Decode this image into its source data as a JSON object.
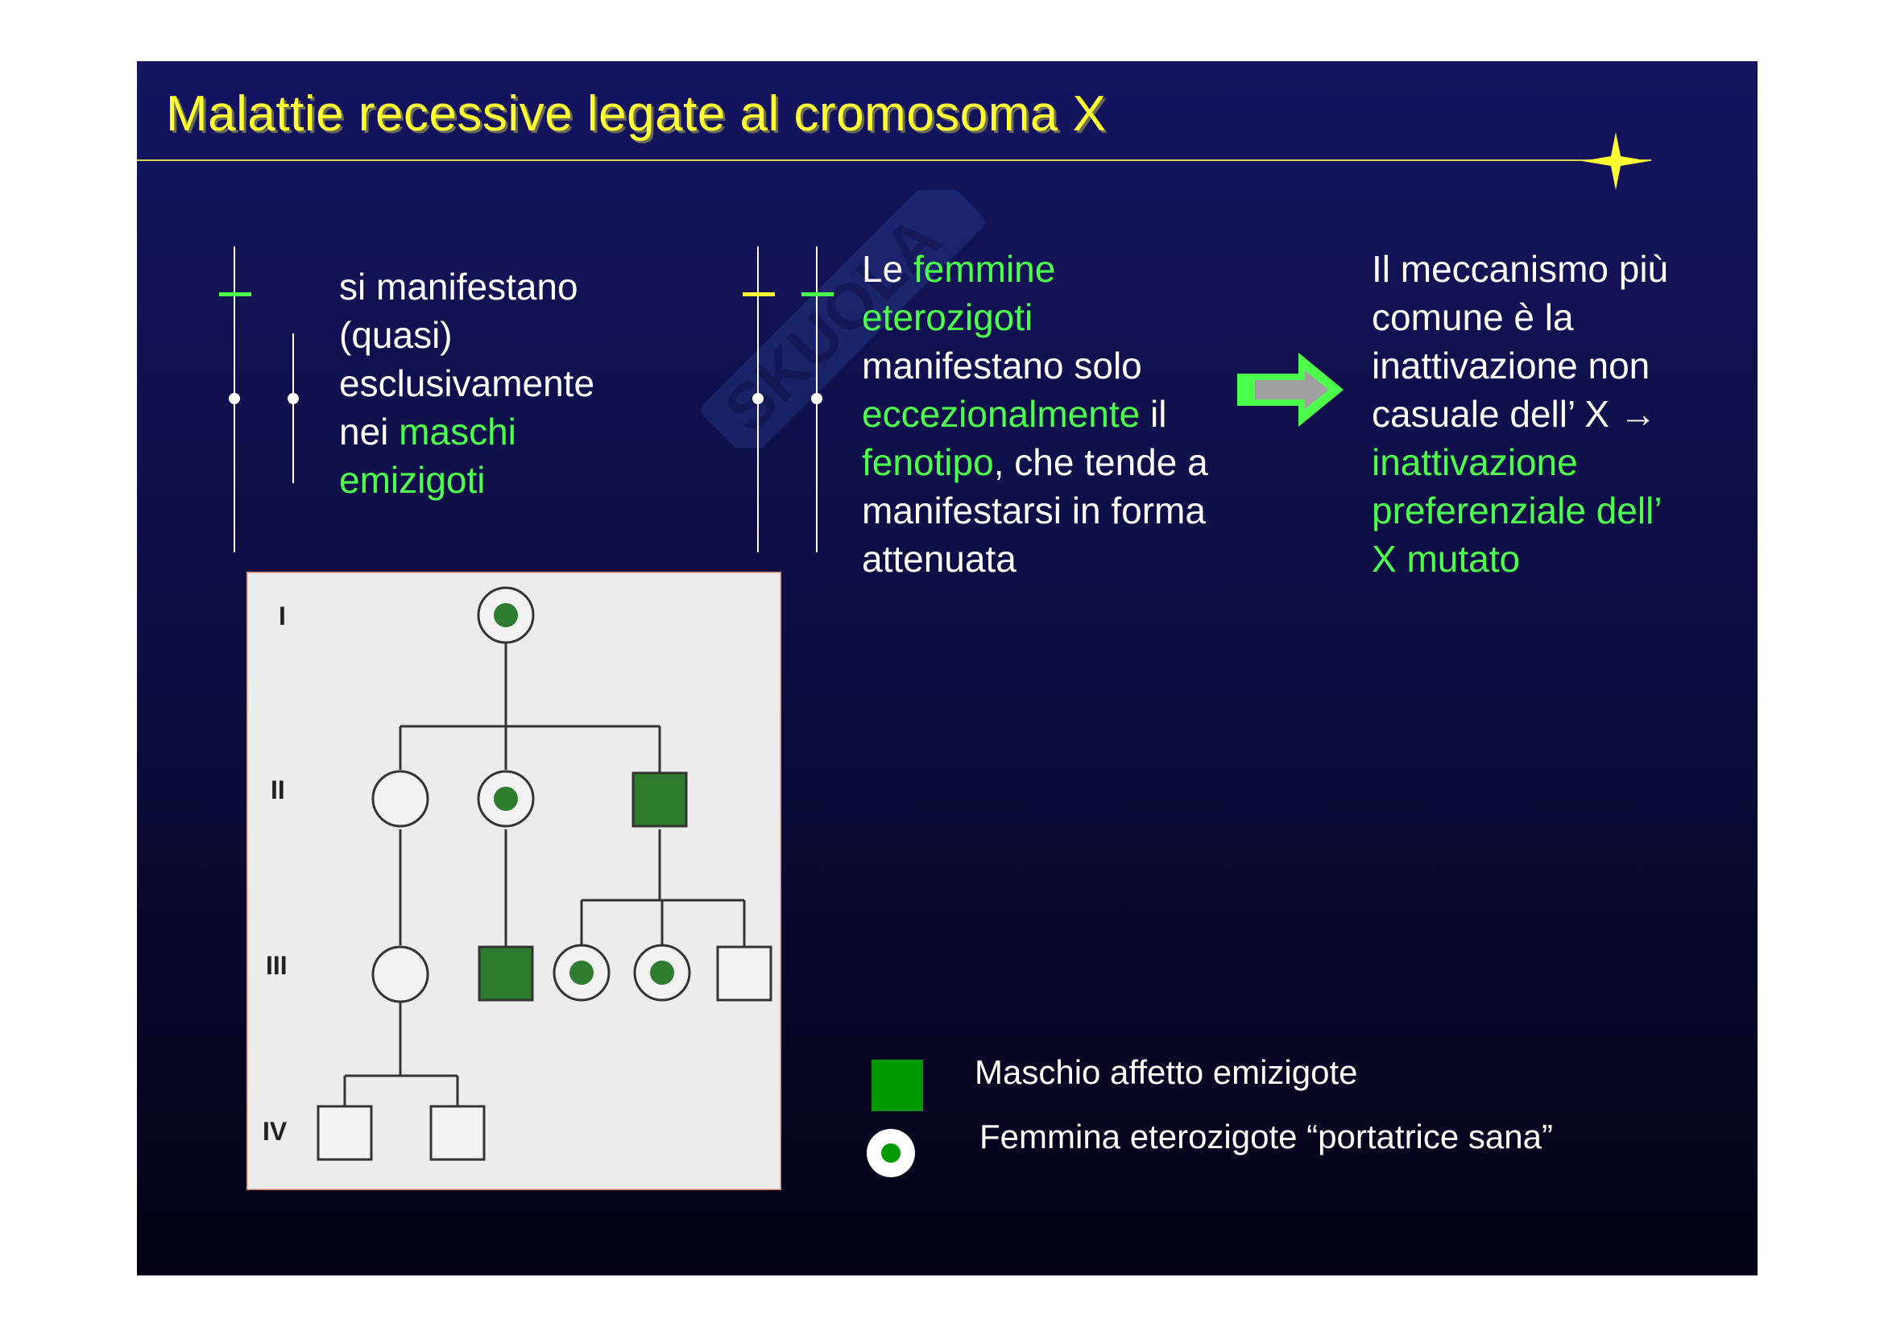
{
  "slide": {
    "title": "Malattie recessive legate al cromosoma X"
  },
  "column1": {
    "line1": "si manifestano",
    "line2": "(quasi)",
    "line3": "esclusivamente",
    "line4_plain": "nei ",
    "line4_green": "maschi",
    "line5_green": "emizigoti"
  },
  "column2": {
    "line1_plain": "Le ",
    "line1_green": "femmine",
    "line2_green": "eterozigoti",
    "line3": "manifestano solo",
    "line4_green": "eccezionalmente",
    "line4_plain": " il",
    "line5_green": "fenotipo",
    "line5_plain": ", che tende a",
    "line6": "manifestarsi in forma",
    "line7": "attenuata"
  },
  "column3": {
    "line1": "Il meccanismo più",
    "line2": "comune è la",
    "line3": "inattivazione non",
    "line4": "casuale dell’ X →",
    "line5_green": "inattivazione",
    "line6_green": "preferenziale dell’",
    "line7_green": "X mutato"
  },
  "pedigree": {
    "generations": [
      "I",
      "II",
      "III",
      "IV"
    ],
    "individuals": [
      {
        "generation": "I",
        "sex": "female",
        "status": "carrier"
      },
      {
        "generation": "II",
        "sex": "female",
        "status": "unaffected"
      },
      {
        "generation": "II",
        "sex": "female",
        "status": "carrier"
      },
      {
        "generation": "II",
        "sex": "male",
        "status": "affected"
      },
      {
        "generation": "III",
        "sex": "female",
        "status": "unaffected"
      },
      {
        "generation": "III",
        "sex": "male",
        "status": "affected"
      },
      {
        "generation": "III",
        "sex": "female",
        "status": "carrier"
      },
      {
        "generation": "III",
        "sex": "female",
        "status": "carrier"
      },
      {
        "generation": "III",
        "sex": "male",
        "status": "unaffected"
      },
      {
        "generation": "IV",
        "sex": "male",
        "status": "unaffected"
      },
      {
        "generation": "IV",
        "sex": "male",
        "status": "unaffected"
      }
    ]
  },
  "legend": {
    "male_affected": "Maschio affetto emizigote",
    "female_carrier": "Femmina eterozigote “portatrice sana”"
  },
  "colors": {
    "title": "#ffff33",
    "highlight": "#4dff4d",
    "affected": "#2e7d2e",
    "legend_green": "#009900",
    "arrow": "#4dff4d"
  },
  "icons": [
    "star-icon",
    "right-arrow-icon",
    "bullet-line-icon"
  ]
}
